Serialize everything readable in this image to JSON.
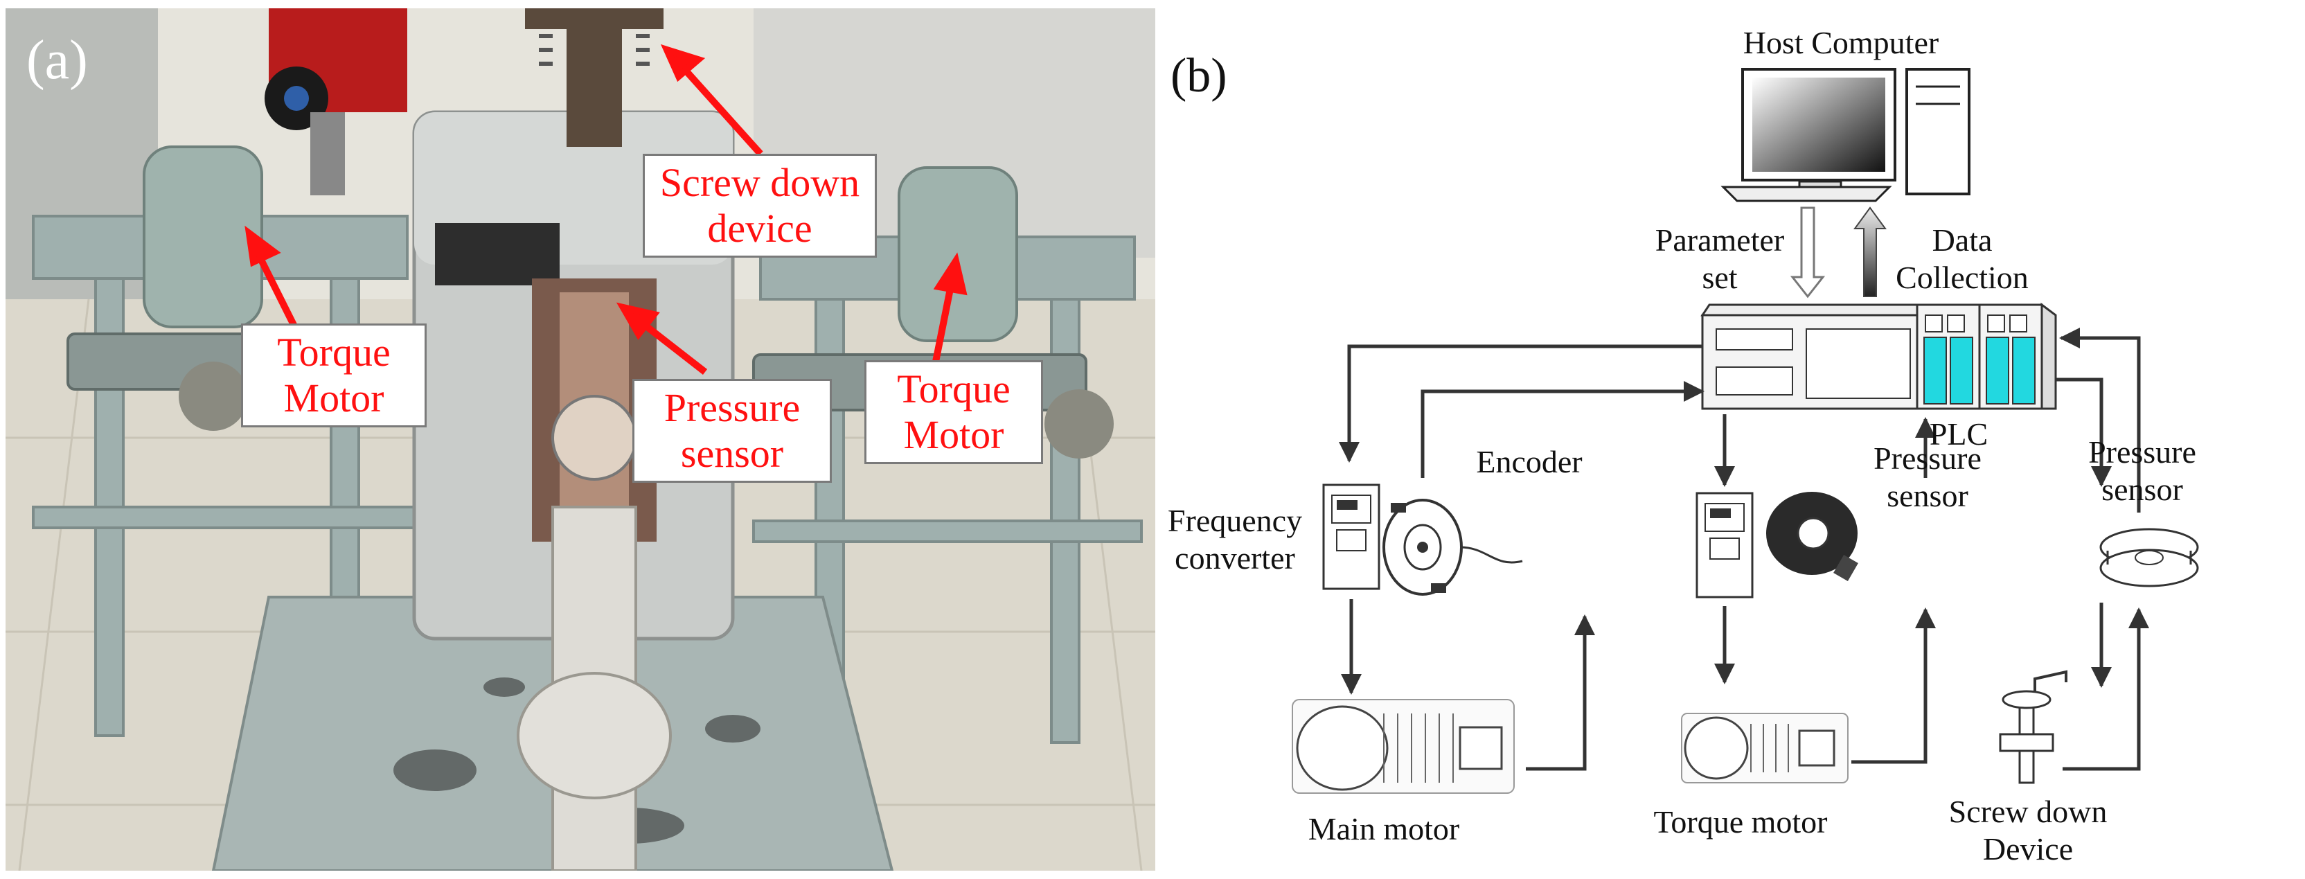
{
  "panel_a": {
    "letter": "(a)",
    "labels": {
      "screw_down": "Screw down\ndevice",
      "torque_left": "Torque\nMotor",
      "pressure": "Pressure\nsensor",
      "torque_right": "Torque\nMotor"
    },
    "colors": {
      "label_text": "#ff1010",
      "arrow": "#ff1010"
    }
  },
  "panel_b": {
    "letter": "(b)",
    "labels": {
      "host_computer": "Host Computer",
      "parameter_set": "Parameter\nset",
      "data_collection": "Data\nCollection",
      "plc": "PLC",
      "encoder": "Encoder",
      "frequency_converter": "Frequency\nconverter",
      "pressure_sensor_1": "Pressure\nsensor",
      "pressure_sensor_2": "Pressure\nsensor",
      "main_motor": "Main motor",
      "torque_motor": "Torque motor",
      "screw_down_device": "Screw down\nDevice"
    },
    "colors": {
      "plc_module": "#22d8e0",
      "arrow": "#333333"
    }
  }
}
